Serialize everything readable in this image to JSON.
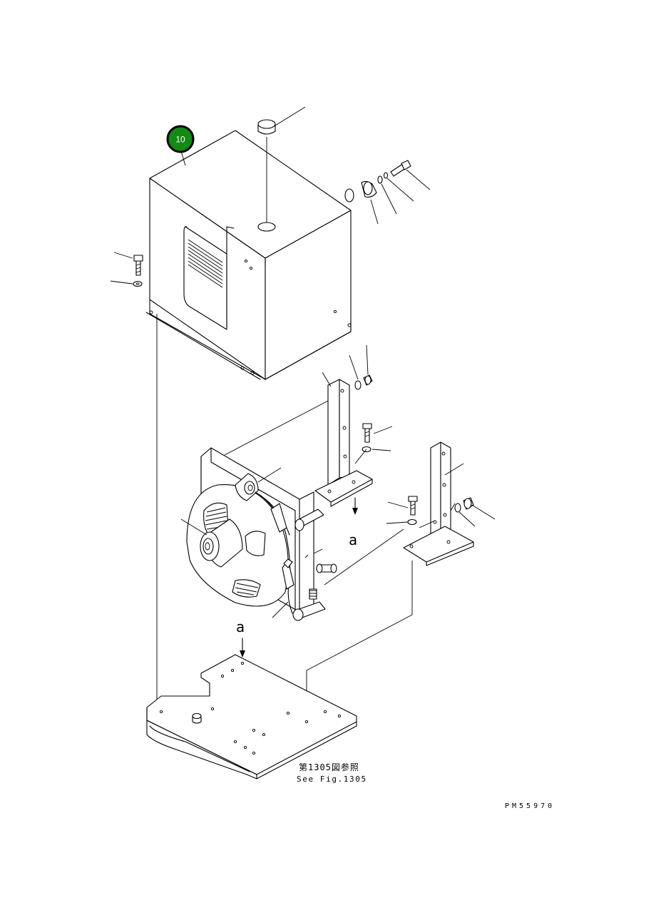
{
  "callout": {
    "number": "10",
    "color": "#138a13",
    "ring_color": "#000000"
  },
  "reference": {
    "ja": "第1305図参照",
    "en": "See Fig.1305"
  },
  "view_markers": {
    "upper": "a",
    "lower": "a"
  },
  "figure_code": "PM55970"
}
